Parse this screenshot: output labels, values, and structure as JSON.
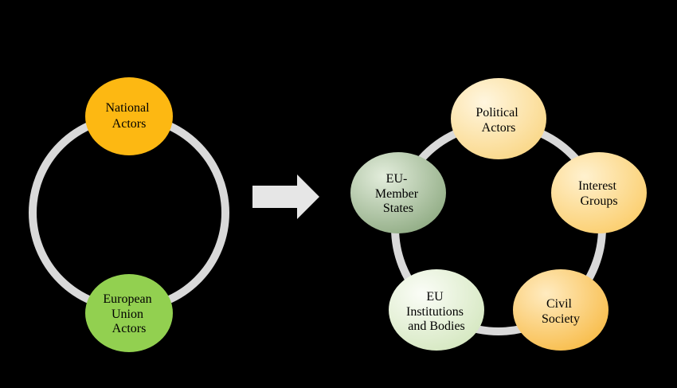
{
  "left_cycle": {
    "nodes": [
      {
        "lines": [
          "National",
          "Actors"
        ],
        "color": "#FDB812"
      },
      {
        "lines": [
          "European",
          "Union",
          "Actors"
        ],
        "color": "#92D050"
      }
    ]
  },
  "arrow": {
    "color": "#E6E6E6"
  },
  "right_cycle": {
    "nodes": [
      {
        "lines": [
          "Political",
          "Actors"
        ],
        "color": "#FCE3A4"
      },
      {
        "lines": [
          "Interest",
          "Groups"
        ],
        "color": "#FDDC8C"
      },
      {
        "lines": [
          "Civil",
          "Society"
        ],
        "color": "#FCCB6B"
      },
      {
        "lines": [
          "EU",
          "Institutions",
          "and Bodies"
        ],
        "color": "#E8F3DA"
      },
      {
        "lines": [
          "EU-",
          "Member",
          "States"
        ],
        "color": "#B5C9A8"
      }
    ]
  },
  "ring_color": "#D9D9D9"
}
